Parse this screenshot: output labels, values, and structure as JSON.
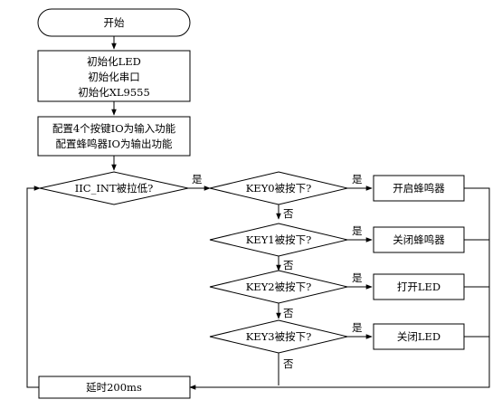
{
  "nodes": {
    "start": "开始",
    "init": [
      "初始化LED",
      "初始化串口",
      "初始化XL9555"
    ],
    "config": [
      "配置4个按键IO为输入功能",
      "配置蜂鸣器IO为输出功能"
    ],
    "iic_check": "IIC_INT被拉低?",
    "key0_check": "KEY0被按下?",
    "key1_check": "KEY1被按下?",
    "key2_check": "KEY2被按下?",
    "key3_check": "KEY3被按下?",
    "beep_on": "开启蜂鸣器",
    "beep_off": "关闭蜂鸣器",
    "led_on": "打开LED",
    "led_off": "关闭LED",
    "delay": "延时200ms"
  },
  "edge_labels": {
    "iic_yes": "是",
    "key0_yes": "是",
    "key0_no": "否",
    "key1_yes": "是",
    "key1_no": "否",
    "key2_yes": "是",
    "key2_no": "否",
    "key3_yes": "是",
    "key3_no": "否"
  }
}
